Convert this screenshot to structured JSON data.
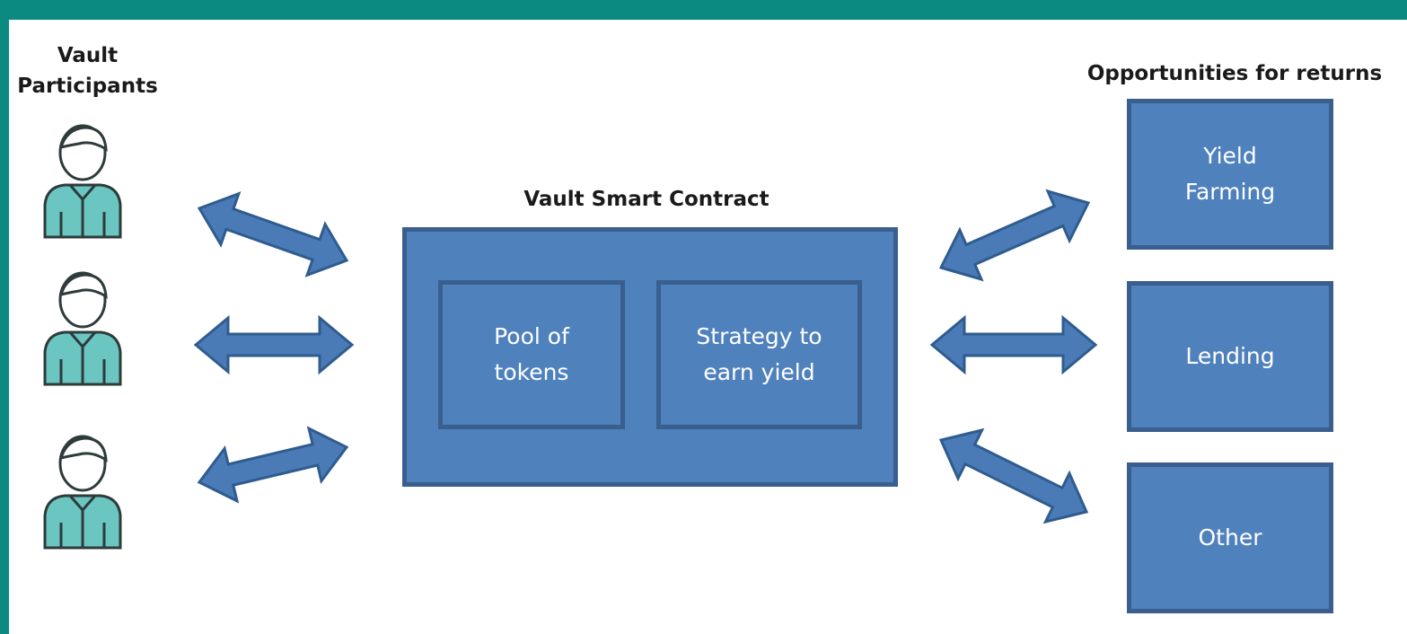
{
  "participants": {
    "title": "Vault\nParticipants",
    "count": 3,
    "icon": "person-icon"
  },
  "contract": {
    "title": "Vault Smart Contract",
    "pool_label": "Pool of\ntokens",
    "strategy_label": "Strategy to\nearn yield"
  },
  "returns": {
    "title": "Opportunities for returns",
    "items": [
      {
        "label": "Yield\nFarming"
      },
      {
        "label": "Lending"
      },
      {
        "label": "Other"
      }
    ]
  },
  "colors": {
    "frame": "#0b8a82",
    "box_fill": "#4f81bd",
    "box_border": "#3a5f8e",
    "arrow_fill": "#4a7bb7",
    "arrow_stroke": "#2f5c8f",
    "person_fill": "#6bc6c2",
    "person_stroke": "#2d3b3a"
  }
}
